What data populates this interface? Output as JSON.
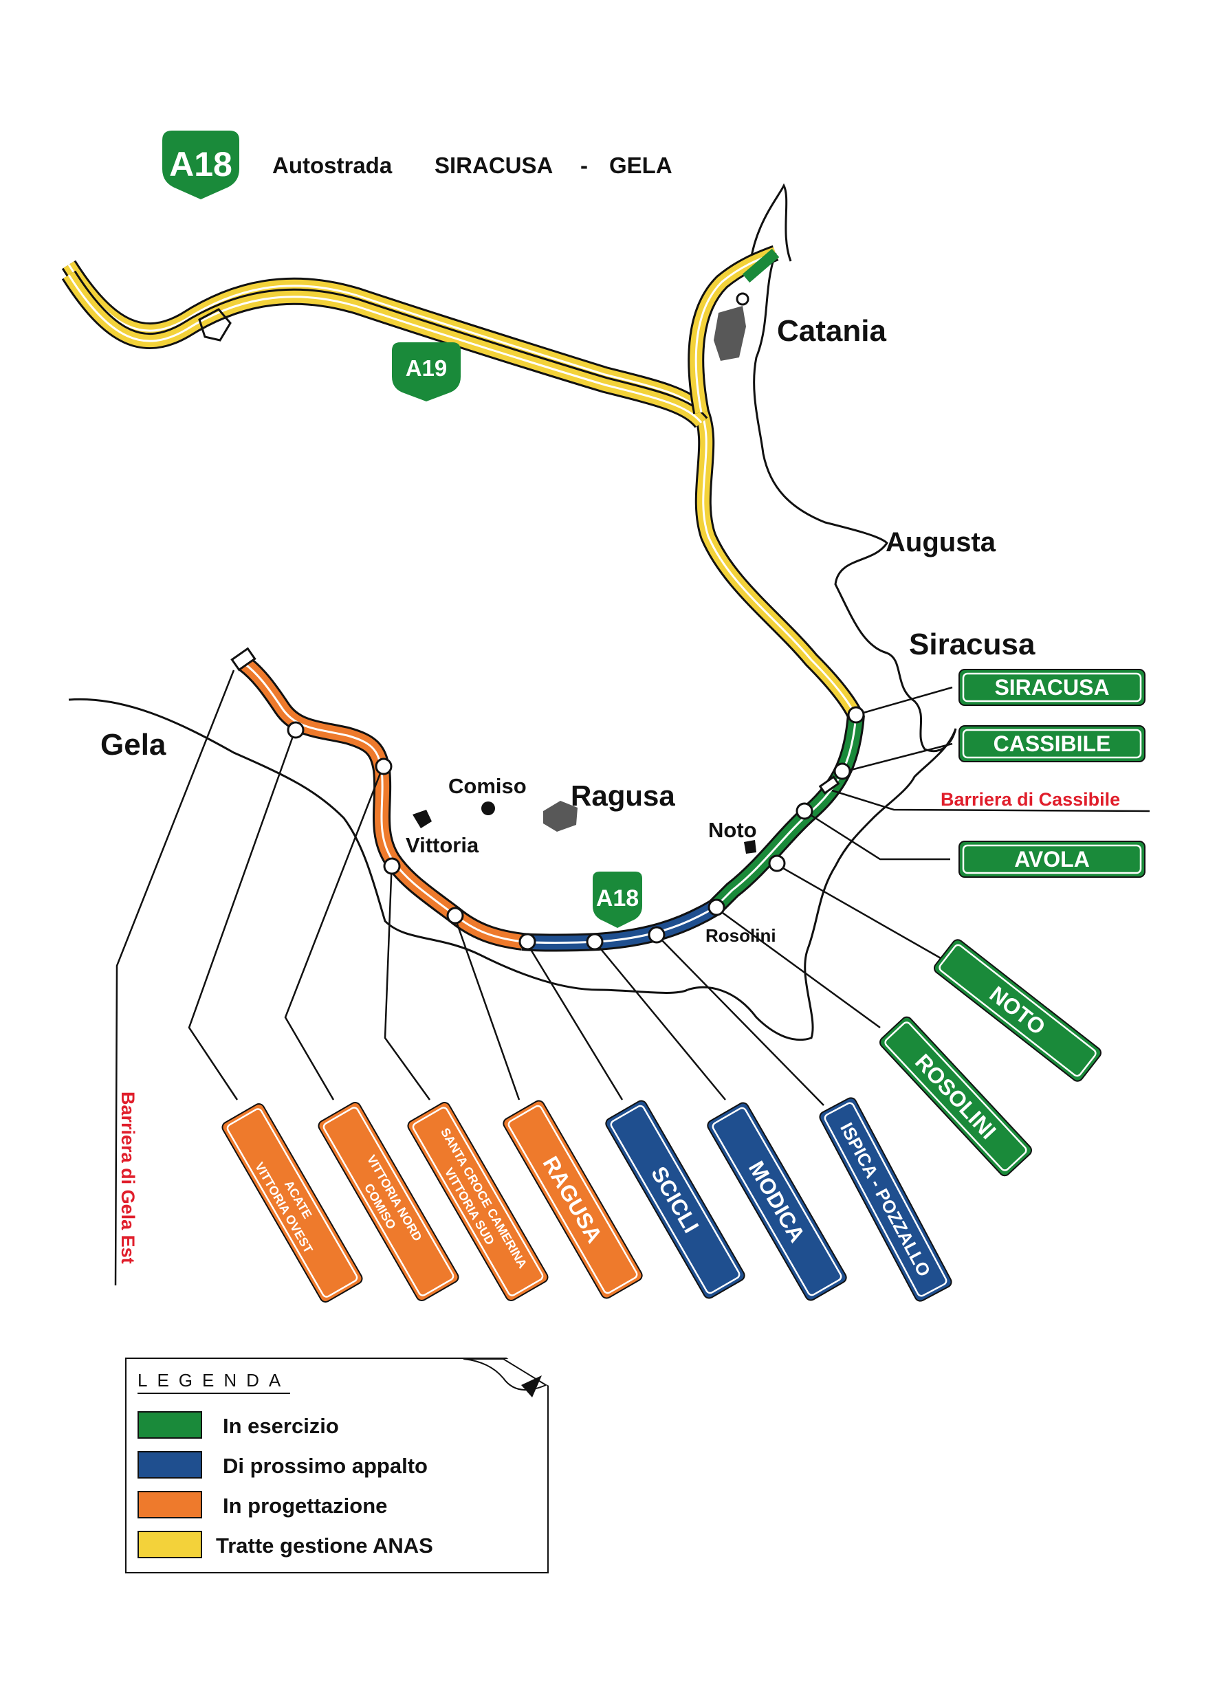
{
  "header": {
    "shield_label": "A18",
    "prefix": "Autostrada",
    "route_from": "SIRACUSA",
    "separator": "-",
    "route_to": "GELA"
  },
  "shields": {
    "a19": "A19",
    "a18": "A18"
  },
  "colors": {
    "in_service": "#1a8a3a",
    "next_tender": "#1f4f8f",
    "in_design": "#ee7a2c",
    "anas": "#f3d23a",
    "toll_label": "#e01e2b",
    "shield": "#1a8a3a"
  },
  "cities": {
    "catania": "Catania",
    "augusta": "Augusta",
    "siracusa": "Siracusa",
    "gela": "Gela",
    "comiso": "Comiso",
    "ragusa": "Ragusa",
    "vittoria": "Vittoria",
    "noto": "Noto",
    "rosolini": "Rosolini"
  },
  "tolls": {
    "cassibile": "Barriera di Cassibile",
    "gela_est": "Barriera di Gela Est"
  },
  "exits": {
    "siracusa": "SIRACUSA",
    "cassibile": "CASSIBILE",
    "avola": "AVOLA",
    "noto": "NOTO",
    "rosolini": "ROSOLINI",
    "ispica": "ISPICA - POZZALLO",
    "modica": "MODICA",
    "scicli": "SCICLI",
    "ragusa": "RAGUSA",
    "santa_croce": [
      "SANTA CROCE CAMERINA",
      "VITTORIA SUD"
    ],
    "vittoria_nord": [
      "VITTORIA NORD",
      "COMISO"
    ],
    "acate": [
      "ACATE",
      "VITTORIA OVEST"
    ]
  },
  "legend": {
    "title": "LEGENDA",
    "items": [
      {
        "label": "In esercizio",
        "color": "#1a8a3a"
      },
      {
        "label": "Di prossimo appalto",
        "color": "#1f4f8f"
      },
      {
        "label": "In progettazione",
        "color": "#ee7a2c"
      },
      {
        "label": "Tratte gestione ANAS",
        "color": "#f3d23a"
      }
    ]
  }
}
